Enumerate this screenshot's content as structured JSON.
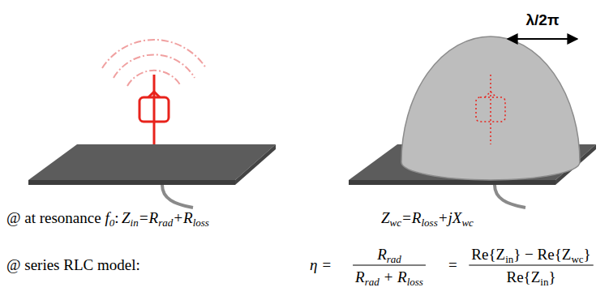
{
  "diagram": {
    "labels": [
      "λ/2π",
      "@ at resonance f0:",
      "Zin=Rrad+Rloss",
      "Zwc=Rloss+jXwc",
      "@ series RLC model:",
      "η =",
      "Rrad",
      "Rrad + Rloss",
      "=",
      "Re{Zin} − Re{Zwc}",
      "Re{Zin}"
    ]
  }
}
